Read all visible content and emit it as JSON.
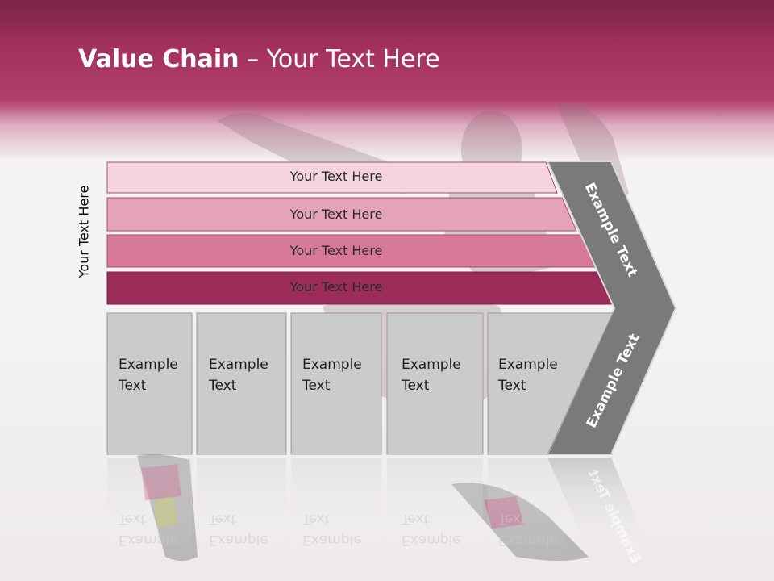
{
  "title": {
    "bold": "Value Chain",
    "rest": " – Your Text Here"
  },
  "side_label": "Your Text Here",
  "rows": [
    {
      "label": "Your Text Here",
      "color": "#f2d3df"
    },
    {
      "label": "Your Text Here",
      "color": "#e4a3bb"
    },
    {
      "label": "Your Text Here",
      "color": "#d77898"
    },
    {
      "label": "Your Text Here",
      "color": "#9b2d58"
    }
  ],
  "boxes": [
    {
      "line1": "Example",
      "line2": "Text"
    },
    {
      "line1": "Example",
      "line2": "Text"
    },
    {
      "line1": "Example",
      "line2": "Text"
    },
    {
      "line1": "Example",
      "line2": "Text"
    },
    {
      "line1": "Example",
      "line2": "Text"
    }
  ],
  "chevron": {
    "top_label": "Example Text",
    "bottom_label": "Example Text",
    "color": "#7a7a7a"
  },
  "colors": {
    "header": "#a3315c",
    "box_fill": "#cbcbcb",
    "box_border": "#9a9a9a"
  }
}
